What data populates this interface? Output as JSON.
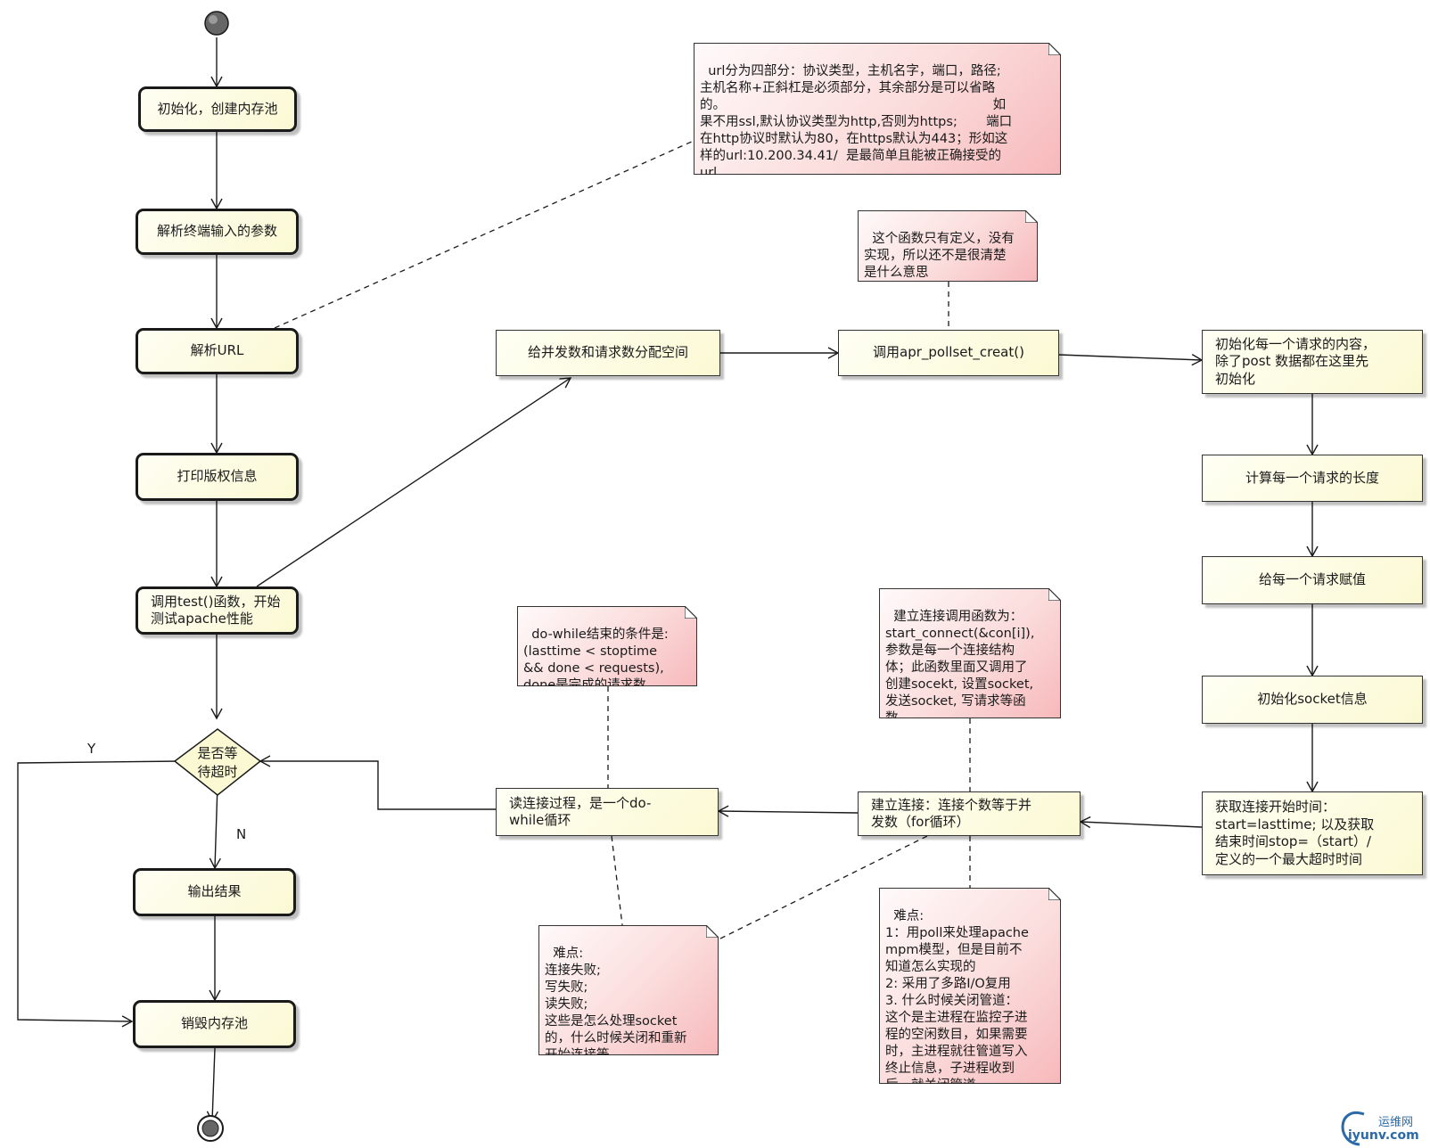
{
  "flow": {
    "init": "初始化，创建内存池",
    "parse_args": "解析终端输入的参数",
    "parse_url": "解析URL",
    "print_copyright": "打印版权信息",
    "call_test": "调用test()函数，开始\n测试apache性能",
    "decision": "是否等\n待超时",
    "output": "输出结果",
    "destroy": "销毁内存池",
    "label_y": "Y",
    "label_n": "N"
  },
  "boxes": {
    "alloc": "给并发数和请求数分配空间",
    "pollset": "调用apr_pollset_creat()",
    "init_requests": "初始化每一个请求的内容，\n除了post 数据都在这里先\n初始化",
    "calc_length": "计算每一个请求的长度",
    "assign_value": "给每一个请求赋值",
    "init_socket": "初始化socket信息",
    "get_time": "获取连接开始时间：\nstart=lasttime; 以及获取\n结束时间stop=（start）/\n定义的一个最大超时时间",
    "connect": "建立连接：连接个数等于并\n发数（for循环）",
    "read": "读连接过程，是一个do-\nwhile循环"
  },
  "notes": {
    "url": "url分为四部分：协议类型，主机名字，端口，路径;\n主机名称+正斜杠是必须部分，其余部分是可以省略\n的。                                                                 如\n果不用ssl,默认协议类型为http,否则为https;       端口\n在http协议时默认为80，在https默认为443；形如这\n样的url:10.200.34.41/  是最简单且能被正确接受的\nurl.",
    "pollset": "这个函数只有定义，没有\n实现，所以还不是很清楚\n是什么意思",
    "dowhile": "do-while结束的条件是:\n(lasttime < stoptime\n&& done < requests),\ndone是完成的请求数",
    "connect": "建立连接调用函数为：\nstart_connect(&con[i]),\n参数是每一个连接结构\n体；此函数里面又调用了\n创建socekt, 设置socket,\n发送socket, 写请求等函\n数。",
    "difficulty_read": "难点:\n连接失败;\n写失败;\n读失败;\n这些是怎么处理socket\n的，什么时候关闭和重新\n开始连接等",
    "difficulty_poll": "难点:\n1：用poll来处理apache\nmpm模型，但是目前不\n知道怎么实现的\n2: 采用了多路I/O复用\n3. 什么时候关闭管道：\n这个是主进程在监控子进\n程的空闲数目，如果需要\n时，主进程就往管道写入\n终止信息，子进程收到\n后，就关闭管道。"
  },
  "watermark": {
    "name": "运维网",
    "site": "iyunv.com"
  }
}
